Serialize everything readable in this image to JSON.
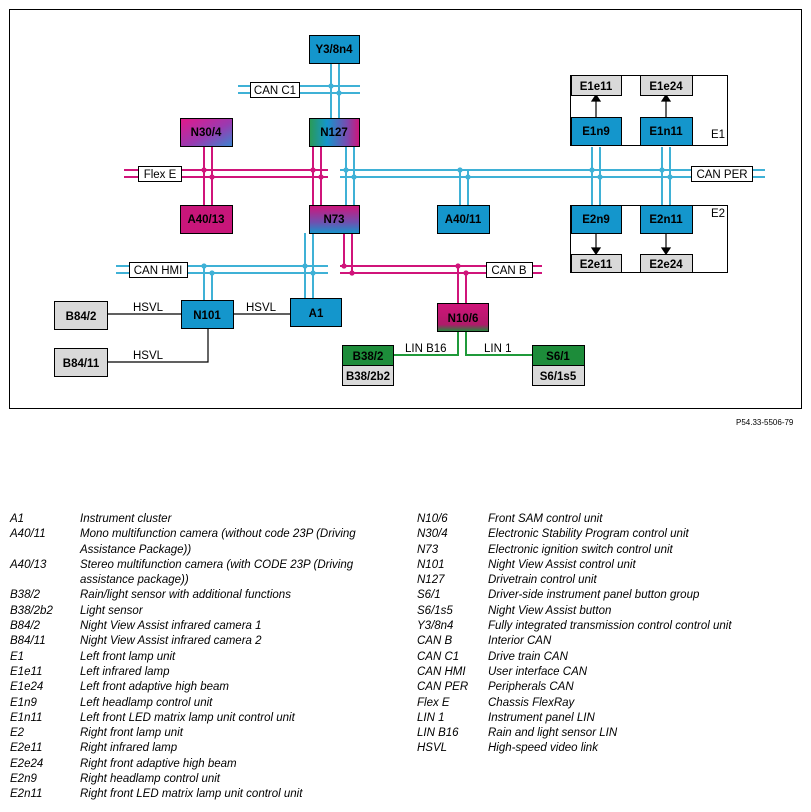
{
  "diagram": {
    "reference": "P54.33-5506-79",
    "colors": {
      "can": "#3fb1d6",
      "flex": "#d0147a",
      "lin": "#1f9a3a",
      "unit_blue": "#1496cc",
      "unit_green": "#1d8c3a",
      "unit_grey": "#d9d9d9",
      "unit_magenta": "#c8167a",
      "unit_mixed_start": "#2a9a54",
      "unit_mixed_end": "#6a4aa8"
    },
    "buses": {
      "can_c1": "CAN C1",
      "flex_e": "Flex E",
      "can_per": "CAN PER",
      "can_hmi": "CAN HMI",
      "can_b": "CAN B",
      "hsvl_b84_2": "HSVL",
      "hsvl_a1": "HSVL",
      "hsvl_b84_11": "HSVL",
      "lin_b16": "LIN B16",
      "lin_1": "LIN 1"
    },
    "groups": {
      "e1": "E1",
      "e2": "E2"
    },
    "units": {
      "y3_8n4": "Y3/8n4",
      "n30_4": "N30/4",
      "n127": "N127",
      "a40_13": "A40/13",
      "n73": "N73",
      "a40_11": "A40/11",
      "e1e11": "E1e11",
      "e1e24": "E1e24",
      "e1n9": "E1n9",
      "e1n11": "E1n11",
      "e2n9": "E2n9",
      "e2n11": "E2n11",
      "e2e11": "E2e11",
      "e2e24": "E2e24",
      "b84_2": "B84/2",
      "n101": "N101",
      "a1": "A1",
      "b84_11": "B84/11",
      "n10_6": "N10/6",
      "b38_2": "B38/2",
      "b38_2b2": "B38/2b2",
      "s6_1": "S6/1",
      "s6_1s5": "S6/1s5"
    }
  },
  "legend_left": [
    {
      "code": "A1",
      "desc": "Instrument cluster"
    },
    {
      "code": "A40/11",
      "desc": "Mono multifunction camera (without code 23P (Driving Assistance Package))"
    },
    {
      "code": "A40/13",
      "desc": "Stereo multifunction camera (with CODE 23P (Driving assistance package))"
    },
    {
      "code": "B38/2",
      "desc": "Rain/light sensor with additional functions"
    },
    {
      "code": "B38/2b2",
      "desc": "Light sensor"
    },
    {
      "code": "B84/2",
      "desc": "Night View Assist infrared camera 1"
    },
    {
      "code": "B84/11",
      "desc": "Night View Assist infrared camera 2"
    },
    {
      "code": "E1",
      "desc": "Left front lamp unit"
    },
    {
      "code": "E1e11",
      "desc": "Left infrared lamp"
    },
    {
      "code": "E1e24",
      "desc": "Left front adaptive high beam"
    },
    {
      "code": "E1n9",
      "desc": "Left headlamp control unit"
    },
    {
      "code": "E1n11",
      "desc": "Left front LED matrix lamp unit control unit"
    },
    {
      "code": "E2",
      "desc": "Right front lamp unit"
    },
    {
      "code": "E2e11",
      "desc": "Right infrared lamp"
    },
    {
      "code": "E2e24",
      "desc": "Right front adaptive high beam"
    },
    {
      "code": "E2n9",
      "desc": "Right headlamp control unit"
    },
    {
      "code": "E2n11",
      "desc": "Right front LED matrix lamp unit control unit"
    }
  ],
  "legend_right": [
    {
      "code": "N10/6",
      "desc": "Front SAM control unit"
    },
    {
      "code": "N30/4",
      "desc": "Electronic Stability Program control unit"
    },
    {
      "code": "N73",
      "desc": "Electronic ignition switch control unit"
    },
    {
      "code": "N101",
      "desc": "Night View Assist control unit"
    },
    {
      "code": "N127",
      "desc": "Drivetrain control unit"
    },
    {
      "code": "S6/1",
      "desc": "Driver-side instrument panel button group"
    },
    {
      "code": "S6/1s5",
      "desc": "Night View Assist button"
    },
    {
      "code": "Y3/8n4",
      "desc": "Fully integrated transmission control control unit"
    },
    {
      "code": "CAN B",
      "desc": "Interior CAN"
    },
    {
      "code": "CAN C1",
      "desc": "Drive train CAN"
    },
    {
      "code": "CAN HMI",
      "desc": "User interface CAN"
    },
    {
      "code": "CAN PER",
      "desc": "Peripherals CAN"
    },
    {
      "code": "Flex E",
      "desc": "Chassis FlexRay"
    },
    {
      "code": "LIN 1",
      "desc": "Instrument panel LIN"
    },
    {
      "code": "LIN B16",
      "desc": "Rain and light sensor LIN"
    },
    {
      "code": "HSVL",
      "desc": "High-speed video link"
    }
  ]
}
